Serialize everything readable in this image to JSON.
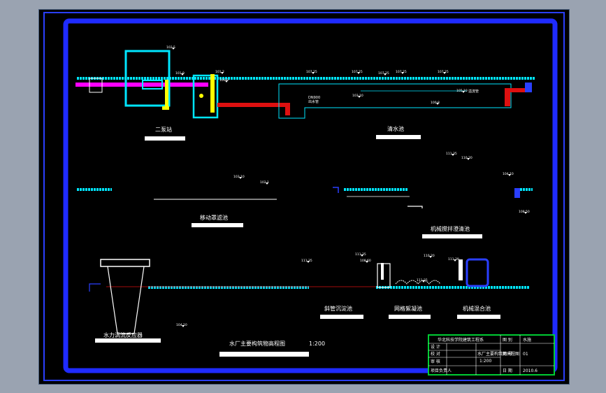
{
  "drawing": {
    "main_title": "水厂主要构筑物高程图",
    "scale": "1:200",
    "structures": {
      "pump_station": "二泵站",
      "clear_water_tank": "清水池",
      "mobile_filter": "移动罩滤池",
      "mech_clarifier": "机械搅拌澄清池",
      "hydraulic_mixer": "水力涡流反应器",
      "inclined_tube_settler": "斜管沉淀池",
      "grid_flocculation": "网格絮凝池",
      "mech_mixing_tank": "机械混合池"
    },
    "pipe_labels": {
      "dn900": "DN900",
      "outlet_pipe": "出水管",
      "overflow_pipe": "溢流管"
    },
    "elevations": [
      "102.5",
      "101.9",
      "101.2",
      "100.9",
      "107.25",
      "107.25",
      "107.25",
      "107.25",
      "107.25",
      "103.10",
      "100.8",
      "105.10",
      "103.10",
      "102.1",
      "111.35",
      "110.20",
      "104.10",
      "108.50",
      "108.60",
      "111.25",
      "111.35",
      "111.35",
      "110.20",
      "111.39",
      "104.10"
    ]
  },
  "title_block": {
    "school": "华北科技学院建筑工程系",
    "drawing_name": "水厂主要构筑物高程图",
    "scale": "1:200",
    "fields": [
      "设 计",
      "校 对",
      "审 核",
      "项目负责人"
    ],
    "right_fields": [
      "图 别",
      "图 号",
      "日 期"
    ],
    "right_values": [
      "水施",
      "01",
      "2010.6"
    ]
  },
  "colors": {
    "background": "#000000",
    "frame_outer": "#2a3fff",
    "frame_inner": "#1f2bff",
    "water_level": "#00e6ff",
    "pipe_main": "#ff00ff",
    "pipe_red": "#dd1010",
    "pipe_yellow": "#ffff00",
    "title_block_border": "#00cc33"
  }
}
